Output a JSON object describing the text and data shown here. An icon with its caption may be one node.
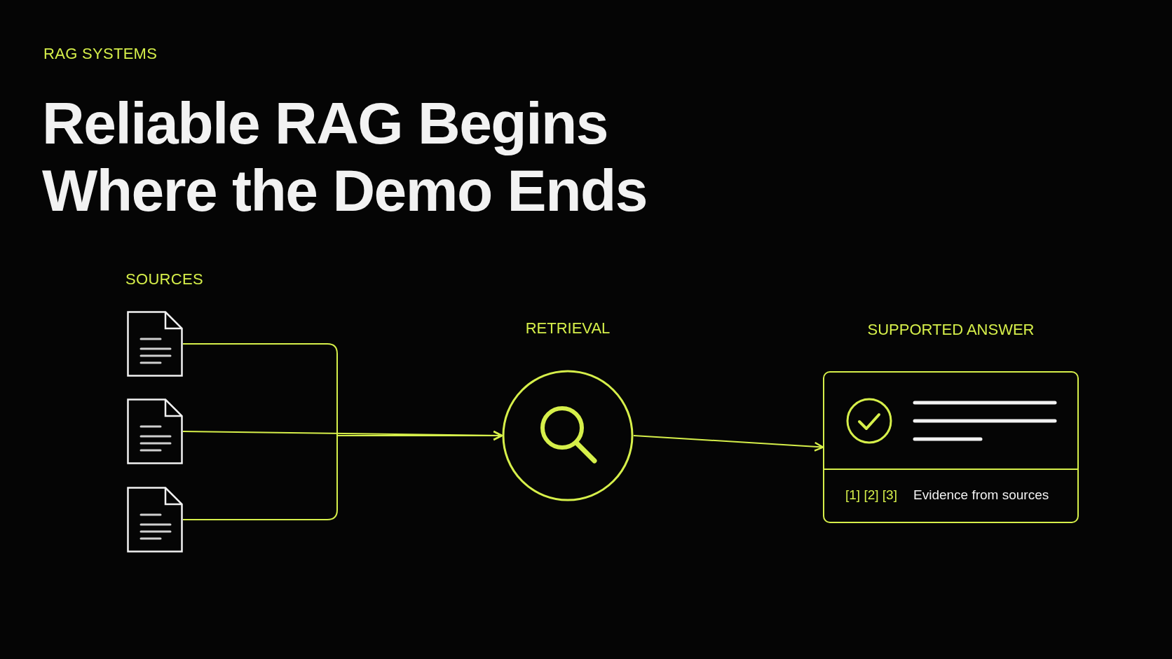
{
  "diagram": {
    "title": "Reliable RAG Begins Where the Demo Ends",
    "nodes": [
      {
        "text": [],
        "shape": "document"
      },
      {
        "text": [],
        "shape": "document"
      },
      {
        "text": [],
        "shape": "document"
      },
      {
        "text": [],
        "shape": "circle",
        "beside": [
          "RETRIEVAL"
        ]
      },
      {
        "text": [
          "[1] [2] [3]",
          "Evidence from sources"
        ],
        "beside": [
          "SUPPORTED ANSWER"
        ]
      }
    ],
    "edges": [
      {
        "from": 0,
        "to": 3,
        "arrow": "to"
      },
      {
        "from": 1,
        "to": 3,
        "arrow": "to"
      },
      {
        "from": 2,
        "to": 3,
        "arrow": "to"
      },
      {
        "from": 3,
        "to": 4,
        "arrow": "to"
      }
    ],
    "labels": [
      "RAG SYSTEMS",
      "SOURCES"
    ]
  }
}
